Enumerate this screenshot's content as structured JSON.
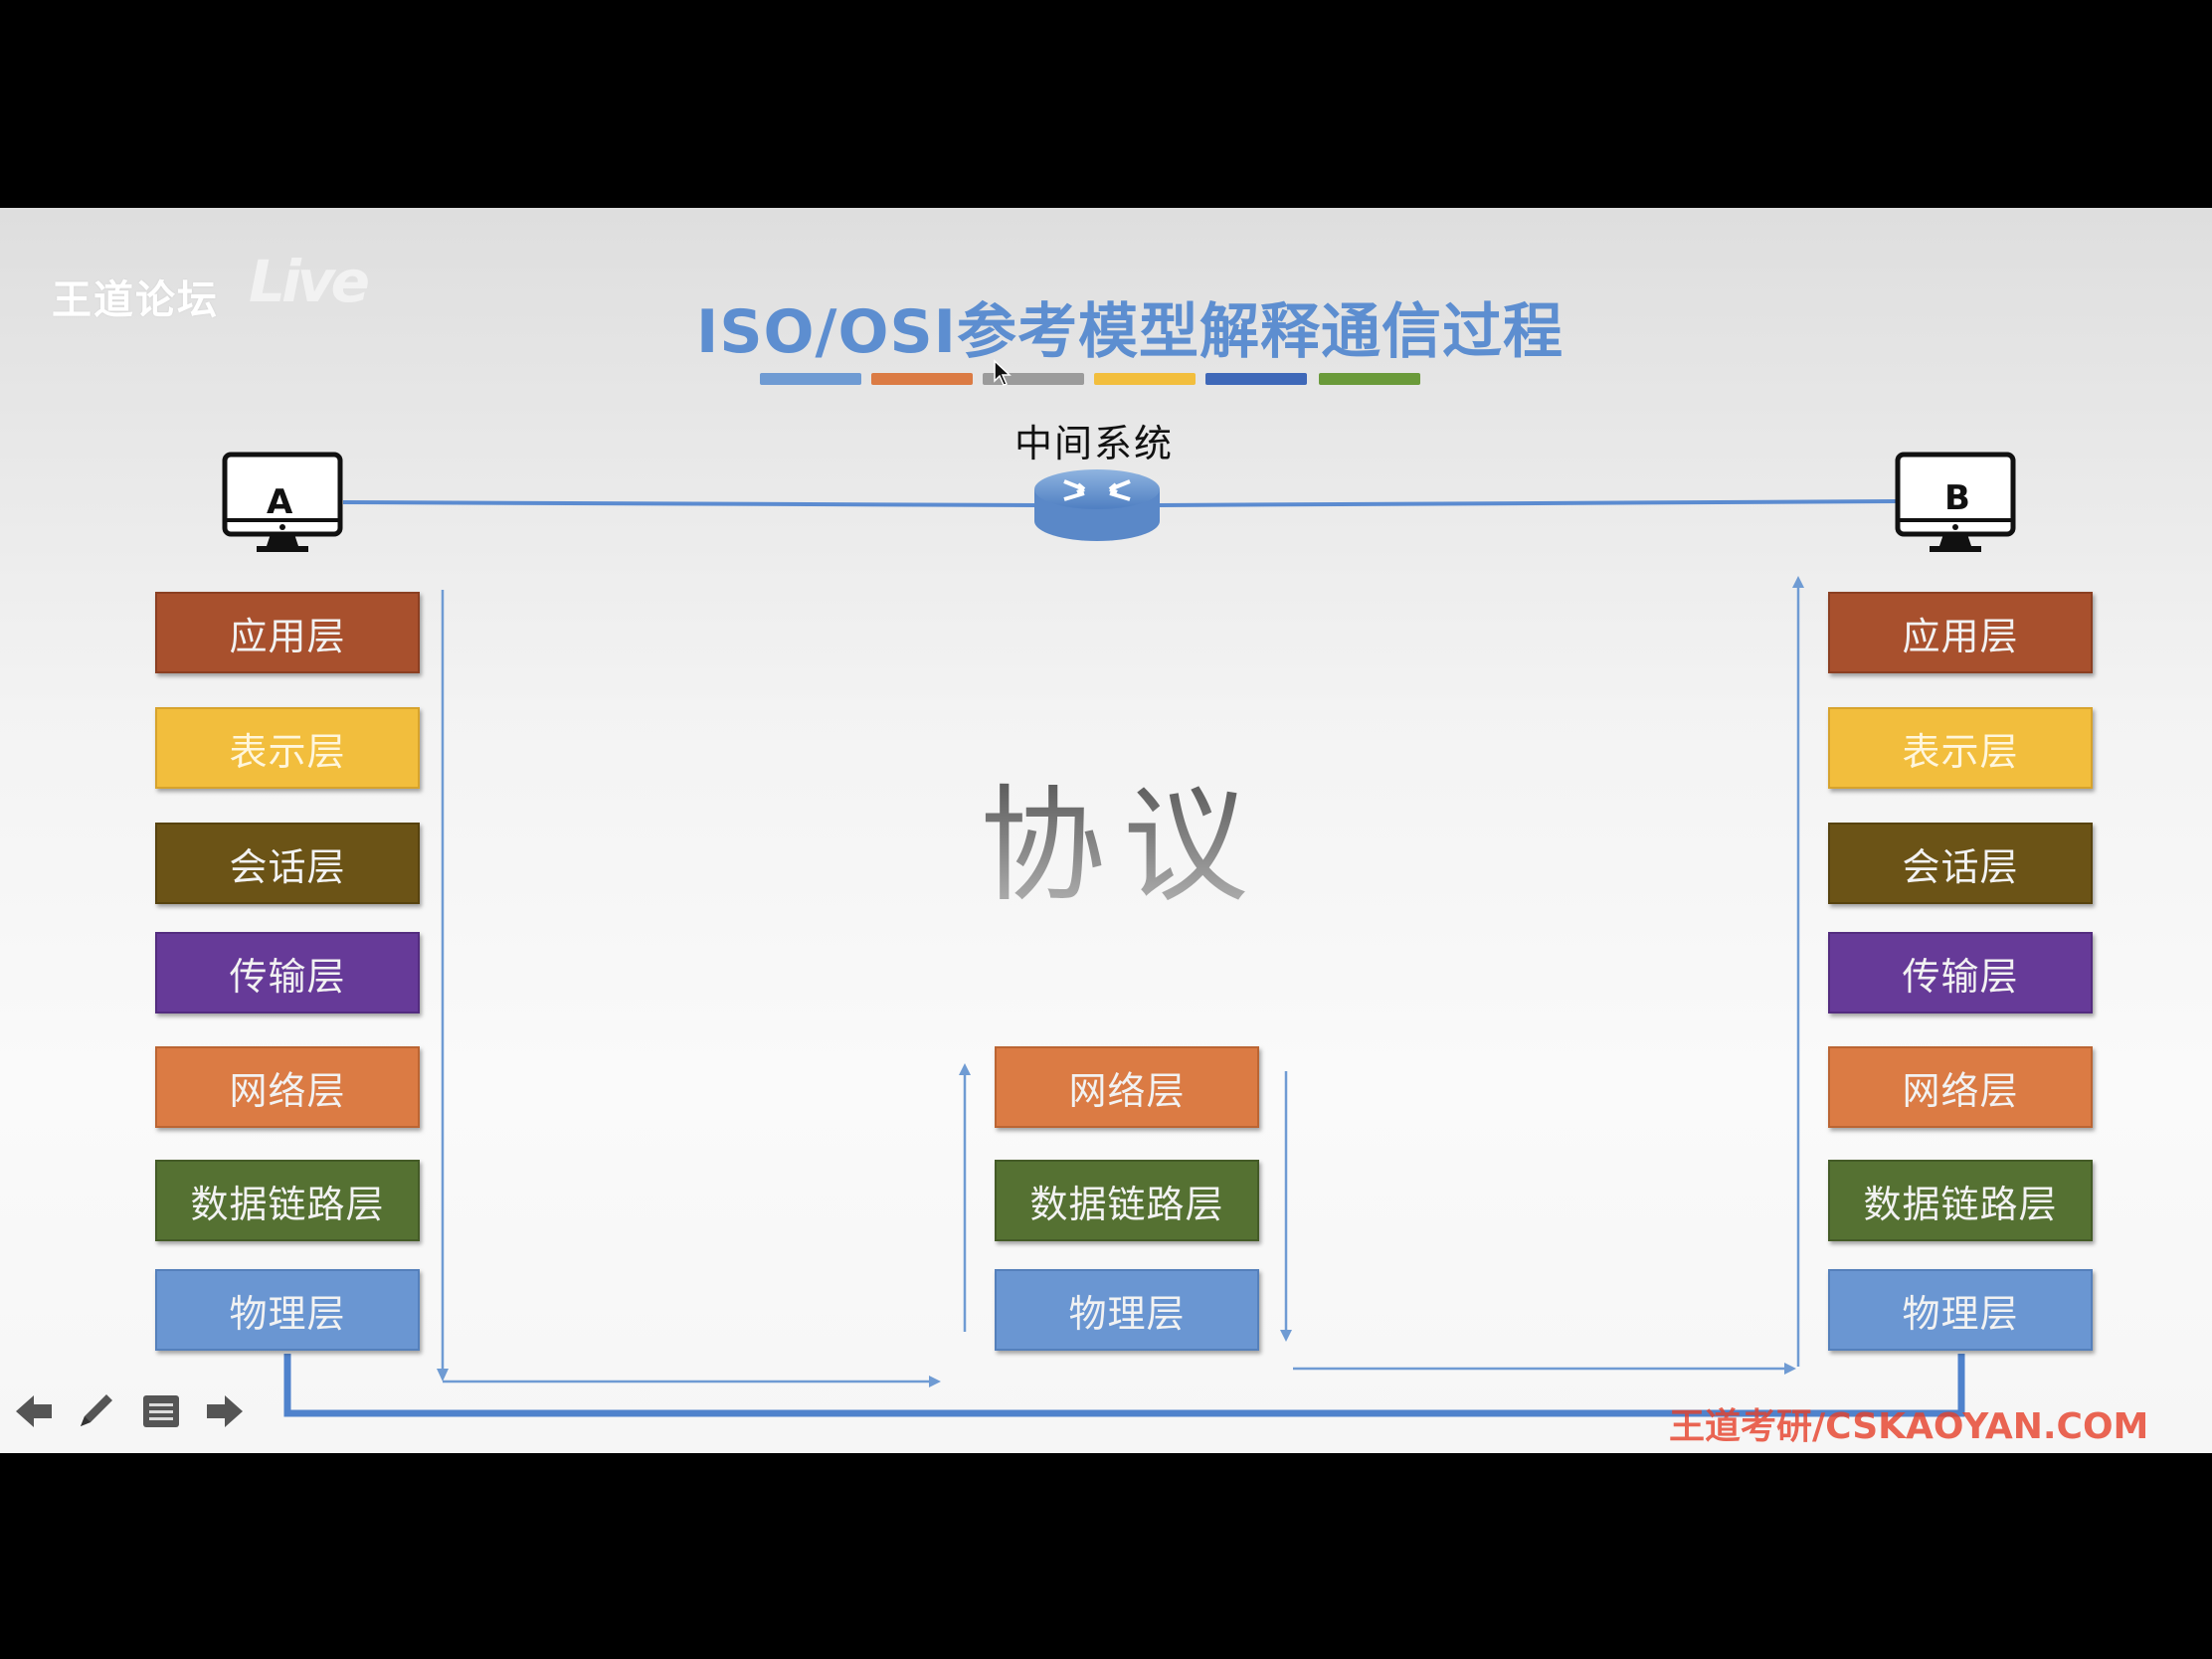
{
  "forum": {
    "name": "王道论坛",
    "logo_text": "Live"
  },
  "title": "ISO/OSI参考模型解释通信过程",
  "title_bars": [
    "#6f9bd3",
    "#db7b44",
    "#9b9b9b",
    "#f2be3d",
    "#3f68b8",
    "#6a9a3a"
  ],
  "intermediate_label": "中间系统",
  "host_a": {
    "label": "A"
  },
  "host_b": {
    "label": "B"
  },
  "center_text": "协议",
  "stack_a": [
    "应用层",
    "表示层",
    "会话层",
    "传输层",
    "网络层",
    "数据链路层",
    "物理层"
  ],
  "stack_mid": [
    "网络层",
    "数据链路层",
    "物理层"
  ],
  "stack_b": [
    "应用层",
    "表示层",
    "会话层",
    "传输层",
    "网络层",
    "数据链路层",
    "物理层"
  ],
  "watermark": "王道考研/CSKAOYAN.COM",
  "controls": [
    "left-arrow-icon",
    "pen-icon",
    "menu-icon",
    "right-arrow-icon"
  ],
  "colors": {
    "link_line": "#5b8bd0",
    "title": "#5d8ed0"
  }
}
